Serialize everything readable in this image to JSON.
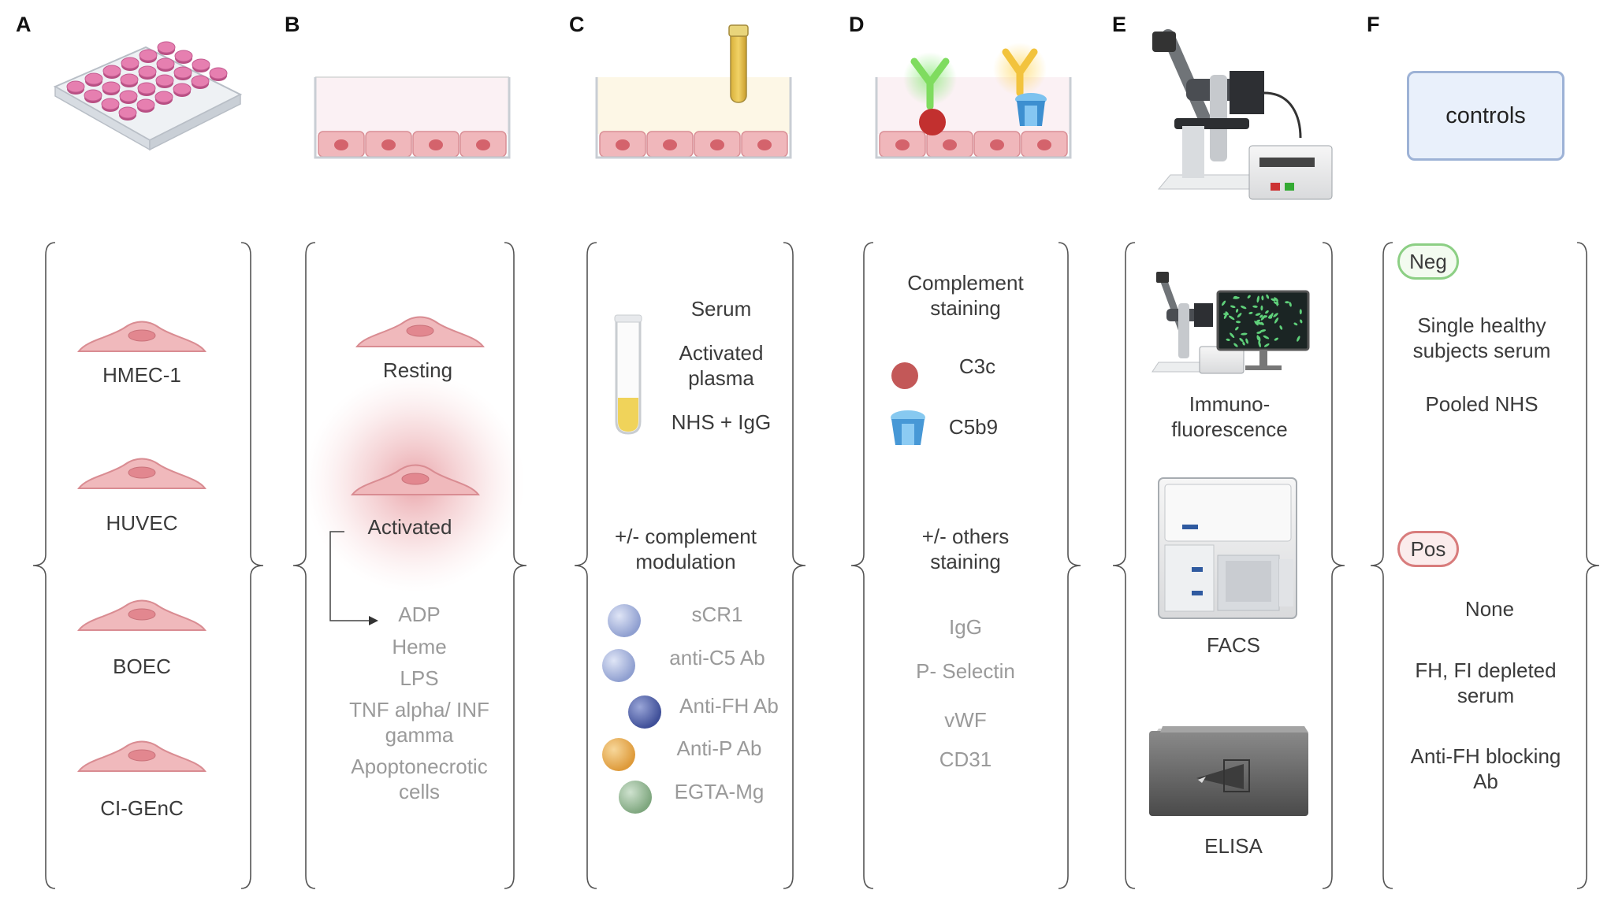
{
  "panels": {
    "A": {
      "letter": "A",
      "cells": [
        "HMEC-1",
        "HUVEC",
        "BOEC",
        "CI-GEnC"
      ]
    },
    "B": {
      "letter": "B",
      "resting": "Resting",
      "activated": "Activated",
      "stimuli": [
        "ADP",
        "Heme",
        "LPS",
        "TNF alpha/ INF\ngamma",
        "Apoptonecrotic\ncells"
      ]
    },
    "C": {
      "letter": "C",
      "sources": [
        "Serum",
        "Activated\nplasma",
        "NHS + IgG"
      ],
      "modulation_title": "+/- complement\nmodulation",
      "modulators": [
        {
          "label": "sCR1",
          "color": "#a7b4dc"
        },
        {
          "label": "anti-C5 Ab",
          "color": "#a7b4dc"
        },
        {
          "label": "Anti-FH Ab",
          "color": "#5f6fb0"
        },
        {
          "label": "Anti-P Ab",
          "color": "#e8b05c"
        },
        {
          "label": "EGTA-Mg",
          "color": "#9cbf9c"
        }
      ]
    },
    "D": {
      "letter": "D",
      "title": "Complement\nstaining",
      "markers": [
        {
          "label": "C3c",
          "icon": "red-dot-icon",
          "color": "#c25656"
        },
        {
          "label": "C5b9",
          "icon": "blue-pore-icon",
          "color": "#58a9e3"
        }
      ],
      "others_title": "+/- others\nstaining",
      "others": [
        "IgG",
        "P- Selectin",
        "vWF",
        "CD31"
      ]
    },
    "E": {
      "letter": "E",
      "methods": [
        "Immuno-\nfluorescence",
        "FACS",
        "ELISA"
      ]
    },
    "F": {
      "letter": "F",
      "box_label": "controls",
      "neg_label": "Neg",
      "neg_items": [
        "Single healthy\nsubjects serum",
        "Pooled NHS"
      ],
      "pos_label": "Pos",
      "pos_items": [
        "None",
        "FH, FI depleted\nserum",
        "Anti-FH blocking\nAb"
      ]
    }
  }
}
